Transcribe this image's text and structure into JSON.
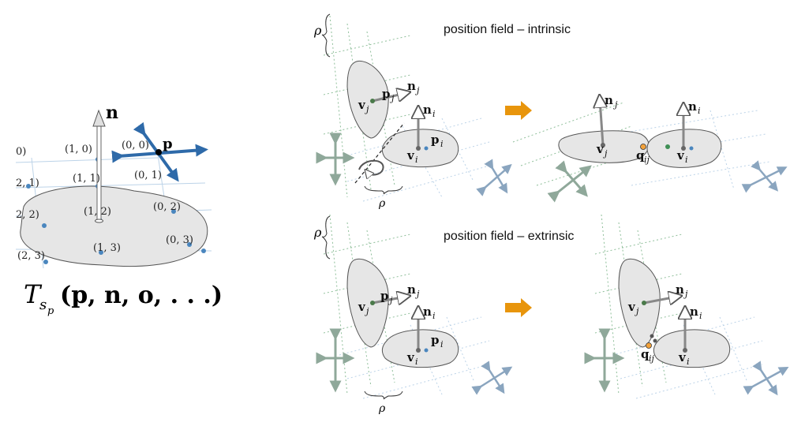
{
  "left_panel": {
    "normal_label": "n",
    "position_label": "p",
    "grid_labels": [
      "(1, 0)",
      "(0, 0)",
      "(0, 1)",
      "(1, 1)",
      "(1, 2)",
      "(0, 2)",
      "(1, 3)",
      "(0, 3)",
      "(2, 3)",
      "2, 2)",
      "2, 1)",
      "0)"
    ],
    "caption": {
      "func": "T",
      "sub": "s",
      "subsub": "p",
      "args": "(p, n, o, . . .)"
    }
  },
  "top_row": {
    "title": "position field – intrinsic",
    "rho": "ρ",
    "labels": {
      "v": "v",
      "p": "p",
      "n": "n",
      "q": "q",
      "i": "i",
      "j": "j",
      "ij": "ij"
    }
  },
  "bottom_row": {
    "title": "position field – extrinsic",
    "rho": "ρ"
  },
  "colors": {
    "grid_blue": "#bcd3e8",
    "grid_green": "#8fbf9a",
    "dot_blue": "#4a86be",
    "dot_green": "#3f8f55",
    "patch_fill": "#e6e6e6",
    "patch_stroke": "#555555",
    "cross_blue": "#2e6aa9",
    "cross_gray_green": "#8fa89a",
    "cross_gray_blue": "#8aa5bf",
    "arrow_orange": "#e8950c",
    "q_orange": "#f2a13a"
  }
}
